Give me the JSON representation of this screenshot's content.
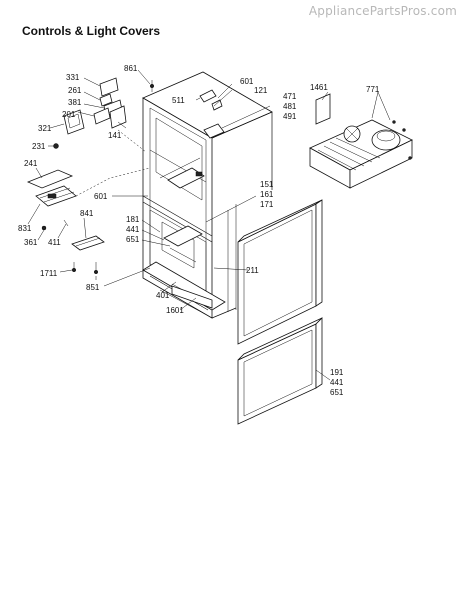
{
  "watermark": "AppliancePartsPros.com",
  "title": "Controls & Light Covers",
  "part_labels": {
    "p331": "331",
    "p261": "261",
    "p381": "381",
    "p201": "201",
    "p321": "321",
    "p141": "141",
    "p231": "231",
    "p241": "241",
    "p831": "831",
    "p361": "361",
    "p411": "411",
    "p841": "841",
    "p1711": "1711",
    "p851": "851",
    "p861": "861",
    "p511": "511",
    "p601a": "601",
    "p121": "121",
    "p471": "471",
    "p481": "481",
    "p491": "491",
    "p1461": "1461",
    "p771": "771",
    "p601b": "601",
    "p181": "181",
    "p441a": "441",
    "p651a": "651",
    "p151": "151",
    "p161": "161",
    "p171": "171",
    "p211": "211",
    "p401": "401",
    "p1601": "1601",
    "p191": "191",
    "p441b": "441",
    "p651b": "651"
  }
}
